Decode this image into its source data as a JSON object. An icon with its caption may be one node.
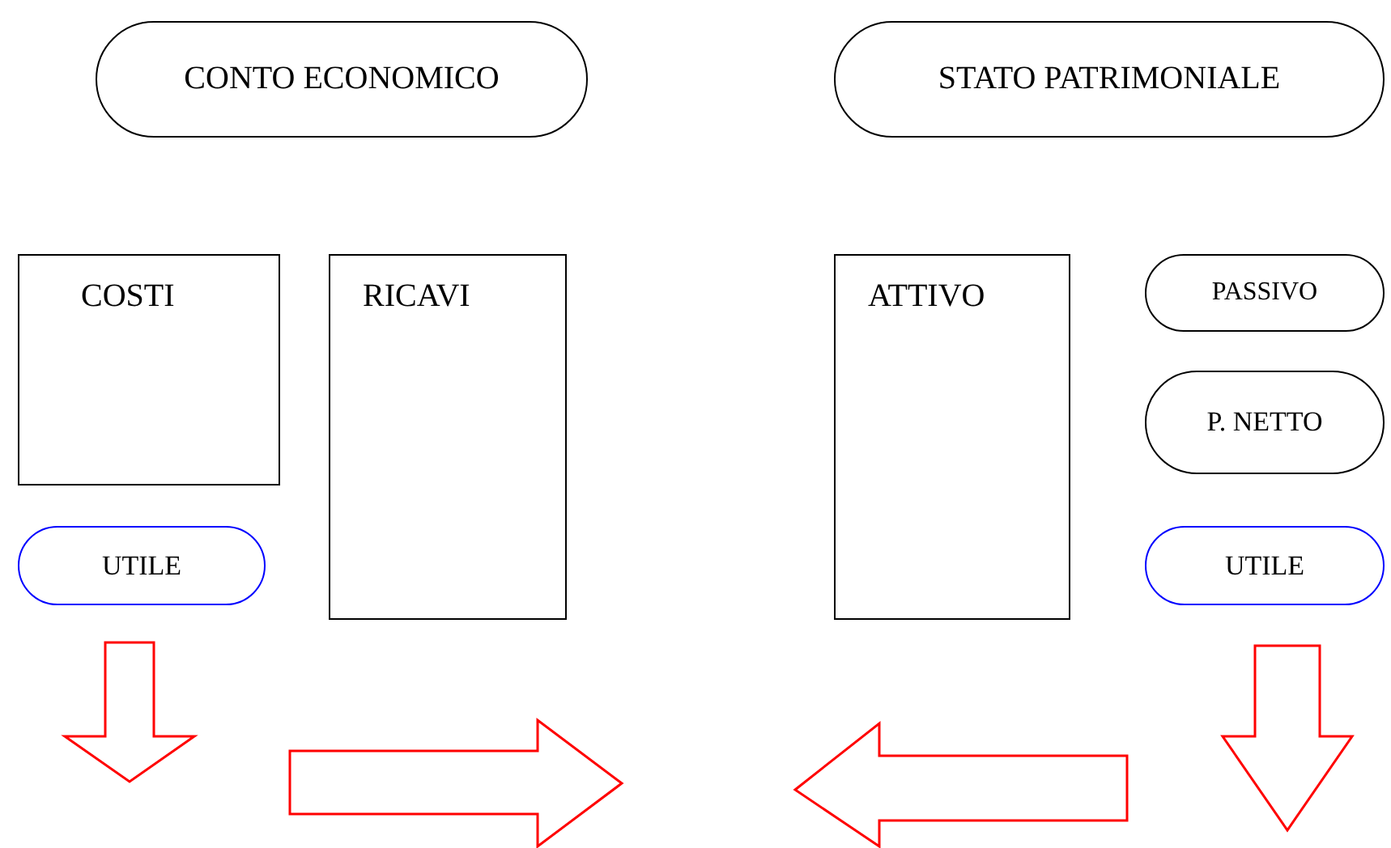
{
  "diagram": {
    "nodes": [
      {
        "text": [
          "CONTO ECONOMICO"
        ]
      },
      {
        "text": [
          "STATO PATRIMONIALE"
        ]
      },
      {
        "text": [
          "COSTI"
        ]
      },
      {
        "text": [
          "RICAVI"
        ]
      },
      {
        "text": [
          "ATTIVO"
        ]
      },
      {
        "text": [
          "PASSIVO"
        ]
      },
      {
        "text": [
          "P. NETTO"
        ]
      },
      {
        "text": [
          "UTILE"
        ]
      },
      {
        "text": [
          "UTILE"
        ]
      }
    ],
    "edges": [
      {
        "from": 7,
        "to": null,
        "arrow": "to"
      },
      {
        "from": 8,
        "to": null,
        "arrow": "to"
      }
    ]
  }
}
